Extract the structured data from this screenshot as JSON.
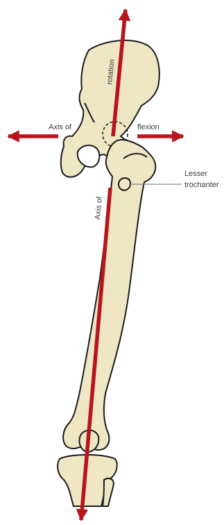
{
  "labels": {
    "axis_of_top": "Axis of",
    "flexion": "flexion",
    "rotation": "rotation",
    "axis_of_vertical": "Axis of",
    "lesser": "Lesser",
    "trochanter": "trochanter"
  },
  "colors": {
    "bone_fill": "#efe6c4",
    "bone_outline": "#1a1a1a",
    "arrow": "#b8141c",
    "leader": "#8a8a8a"
  }
}
